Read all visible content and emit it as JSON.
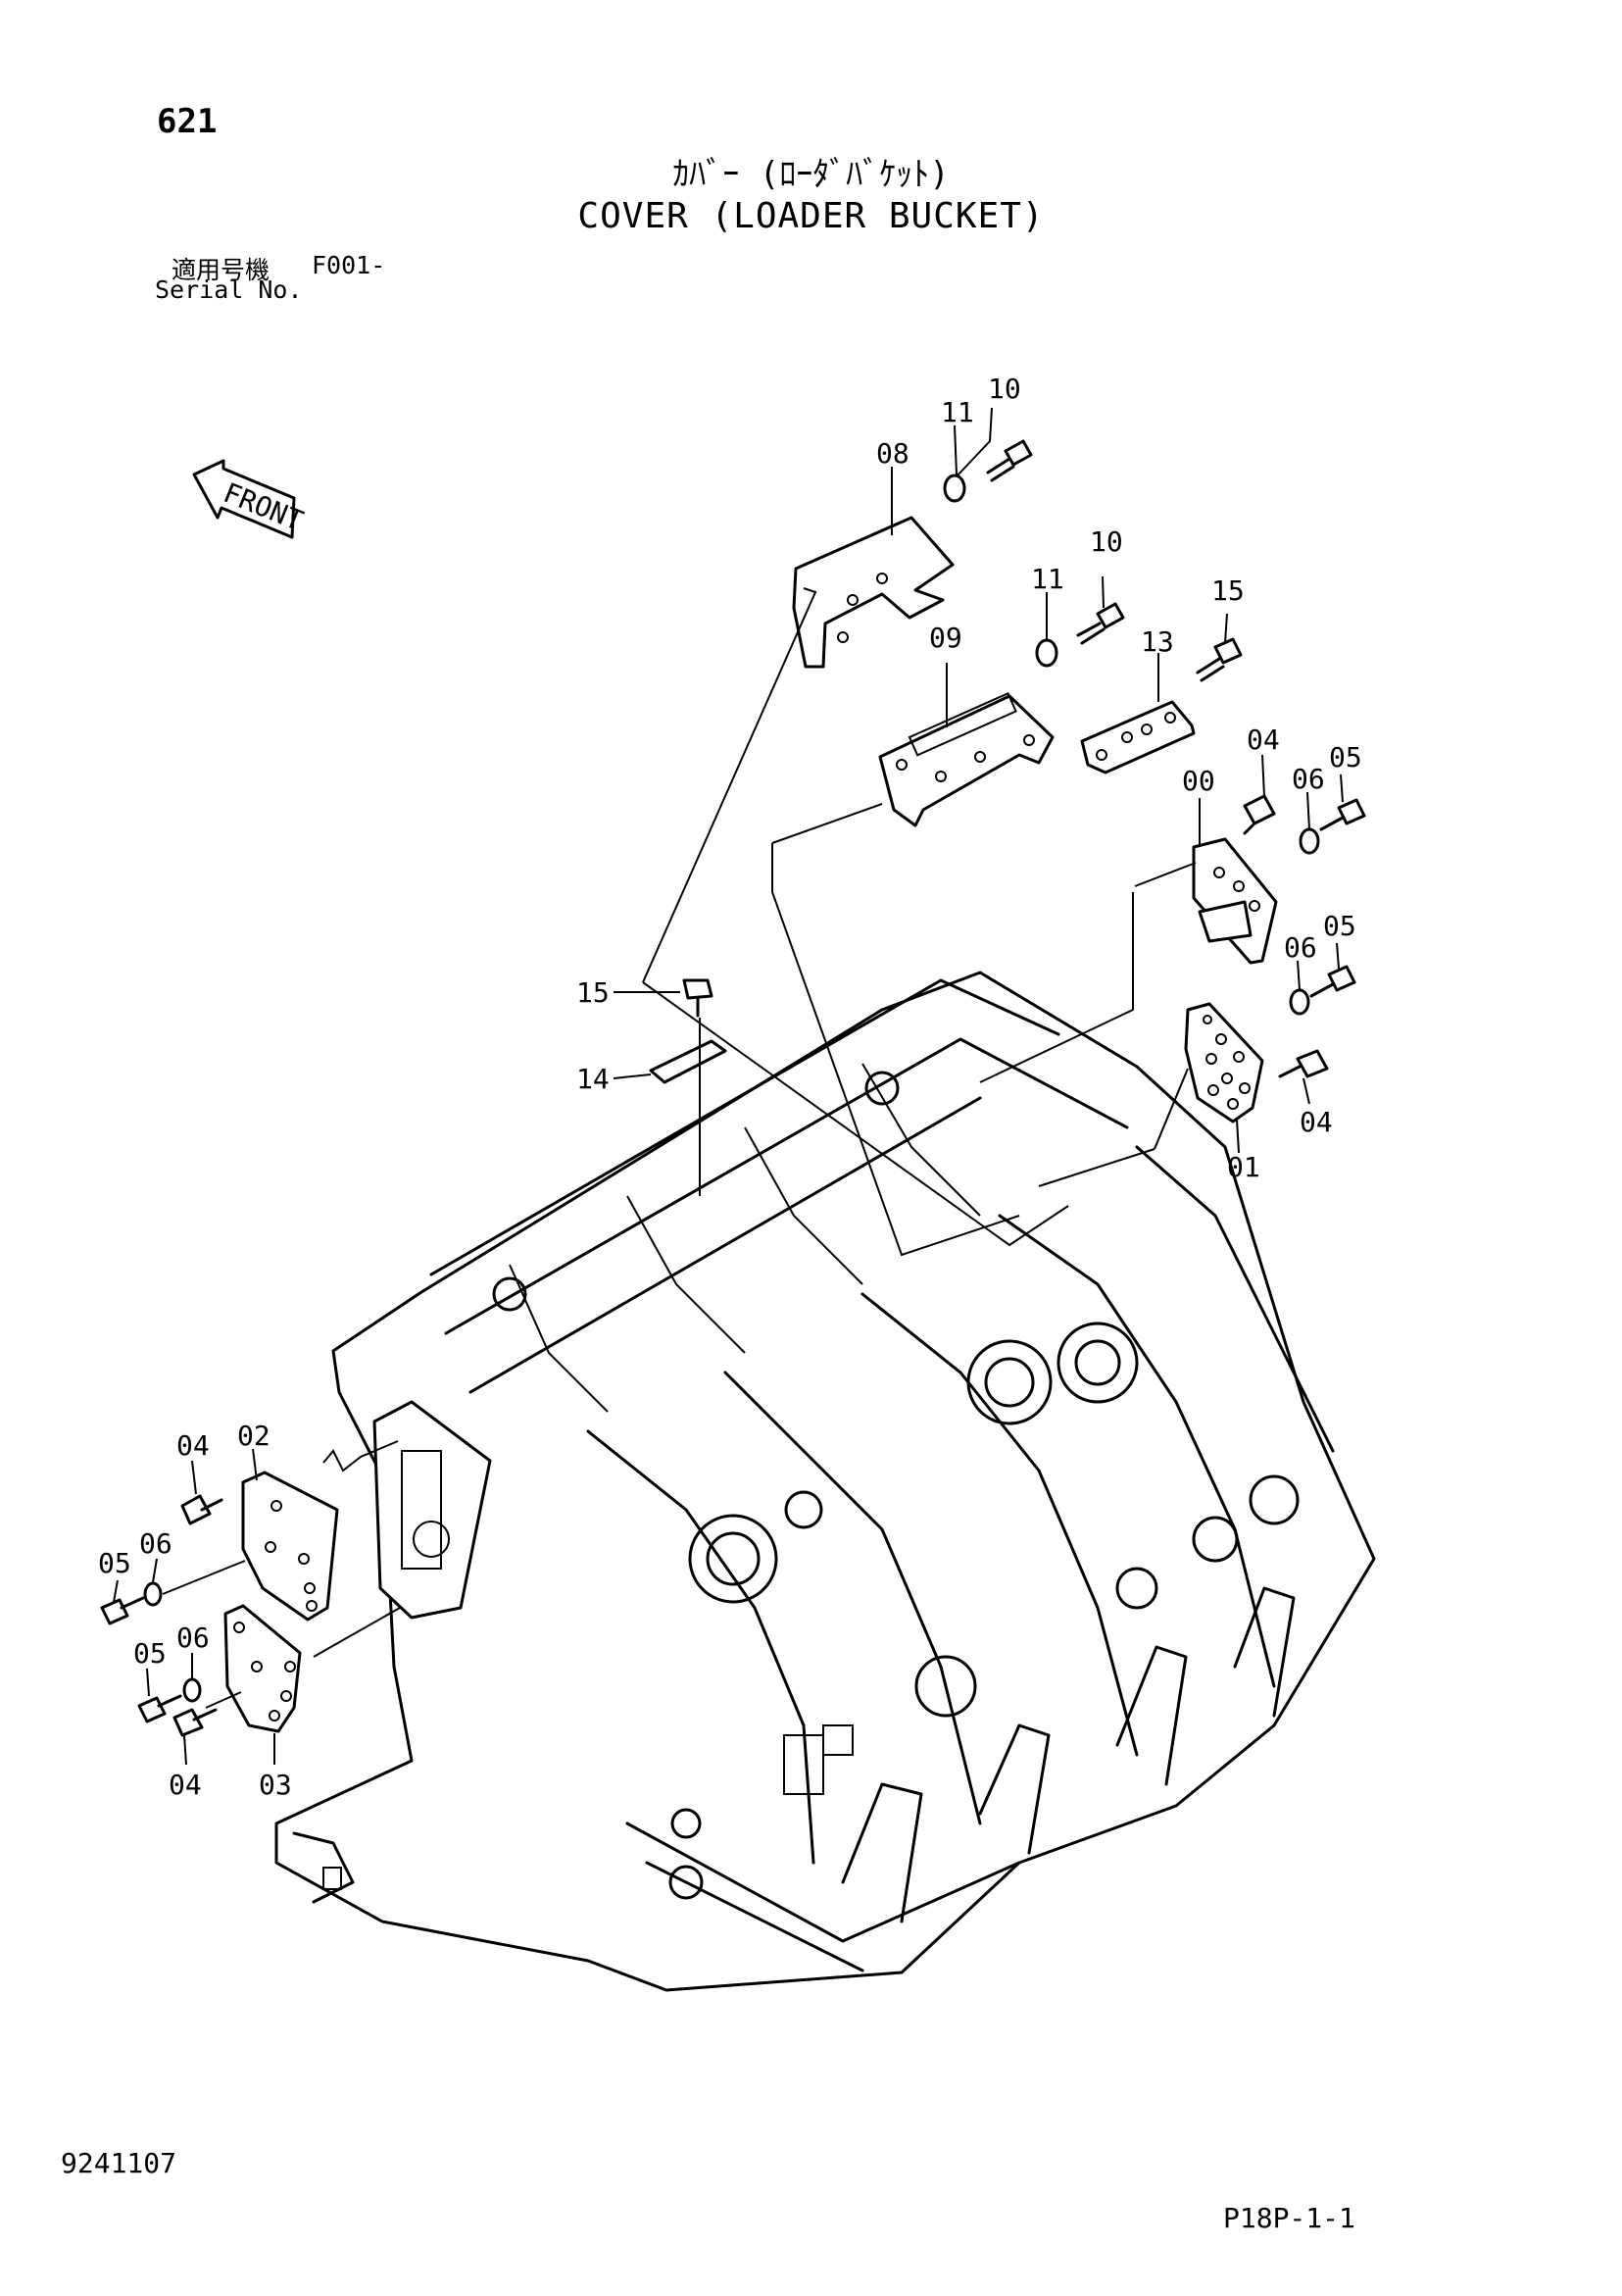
{
  "header": {
    "page_number": "621",
    "title_ja": "ｶﾊﾞｰ (ﾛｰﾀﾞﾊﾞｹｯﾄ)",
    "title_en": "COVER (LOADER BUCKET)",
    "serial_label_ja": "適用号機",
    "serial_value": "F001-",
    "serial_label_en": "Serial No."
  },
  "front_arrow": {
    "label": "FRONT"
  },
  "callouts": [
    {
      "id": "c-10a",
      "label": "10"
    },
    {
      "id": "c-11a",
      "label": "11"
    },
    {
      "id": "c-08",
      "label": "08"
    },
    {
      "id": "c-10b",
      "label": "10"
    },
    {
      "id": "c-11b",
      "label": "11"
    },
    {
      "id": "c-15a",
      "label": "15"
    },
    {
      "id": "c-09",
      "label": "09"
    },
    {
      "id": "c-13",
      "label": "13"
    },
    {
      "id": "c-04a",
      "label": "04"
    },
    {
      "id": "c-06a",
      "label": "06"
    },
    {
      "id": "c-05a",
      "label": "05"
    },
    {
      "id": "c-00",
      "label": "00"
    },
    {
      "id": "c-06b",
      "label": "06"
    },
    {
      "id": "c-05b",
      "label": "05"
    },
    {
      "id": "c-04b",
      "label": "04"
    },
    {
      "id": "c-01",
      "label": "01"
    },
    {
      "id": "c-15b",
      "label": "15"
    },
    {
      "id": "c-14",
      "label": "14"
    },
    {
      "id": "c-02",
      "label": "02"
    },
    {
      "id": "c-04c",
      "label": "04"
    },
    {
      "id": "c-06c",
      "label": "06"
    },
    {
      "id": "c-05c",
      "label": "05"
    },
    {
      "id": "c-06d",
      "label": "06"
    },
    {
      "id": "c-05d",
      "label": "05"
    },
    {
      "id": "c-04d",
      "label": "04"
    },
    {
      "id": "c-03",
      "label": "03"
    }
  ],
  "footer": {
    "doc_number": "9241107",
    "page_code": "P18P-1-1"
  }
}
